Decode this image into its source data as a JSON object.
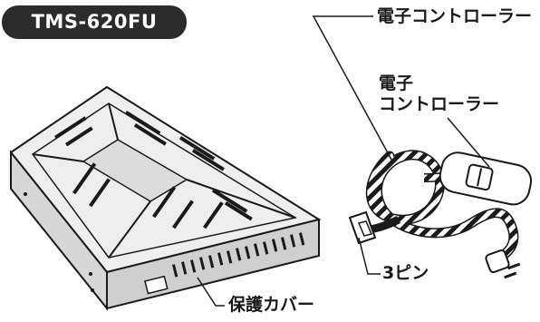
{
  "badge": {
    "model": "TMS-620FU"
  },
  "labels": {
    "controller_top": "電子コントローラー",
    "controller_line1": "電子",
    "controller_line2": "コントローラー",
    "pin": "3ピン",
    "cover": "保護カバー"
  },
  "colors": {
    "ink": "#1a1a1a",
    "badge_bg": "#2b2b2b",
    "badge_text": "#ffffff"
  }
}
